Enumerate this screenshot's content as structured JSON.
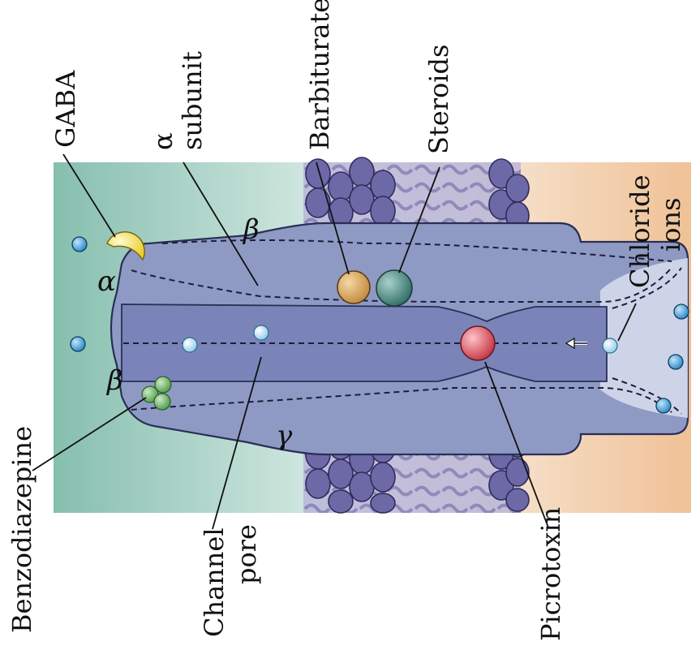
{
  "labels": {
    "benzodiazepine": "Benzodiazepine",
    "gaba": "GABA",
    "alpha_subunit_symbol": "α",
    "alpha_subunit_word": "subunit",
    "barbiturates": "Barbiturates",
    "steroids": "Steroids",
    "chloride_line1": "Chloride",
    "chloride_line2": "ions",
    "picrotoxin": "Picrotoxin",
    "channel_line1": "Channel",
    "channel_line2": "pore"
  },
  "subunit_letters": {
    "beta_left": "β",
    "alpha": "α",
    "beta_right": "β",
    "gamma": "γ"
  },
  "colors": {
    "extracellular": "#8fc4b4",
    "intracellular": "#f2c49a",
    "receptor": "#8f9ac4",
    "pore": "#7a84b8",
    "membrane": "#7b76ae",
    "gaba": "#f3e26a",
    "barbiturate": "#d9a35a",
    "steroid": "#4e8f84",
    "picrotoxin": "#d8505e",
    "benzodiazepine": "#6fb46a",
    "chloride": "#3d9ed6"
  }
}
